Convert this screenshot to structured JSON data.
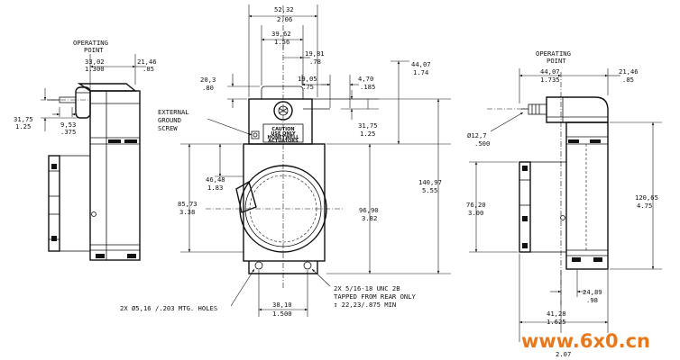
{
  "left_view": {
    "operating_point": [
      "OPERATING",
      "POINT"
    ],
    "dim_width": [
      "33,02",
      "1.300"
    ],
    "dim_offset": [
      "21,46",
      ".85"
    ],
    "dim_height": [
      "31,75",
      "1.25"
    ],
    "dim_shaft": [
      "9,53",
      ".375"
    ]
  },
  "front_view": {
    "dim_overall_width": [
      "52,32",
      "2.06"
    ],
    "dim_width_2": [
      "39,62",
      "1.56"
    ],
    "dim_width_3": [
      "19,81",
      ".78"
    ],
    "dim_width_4": [
      "19,05",
      ".75"
    ],
    "dim_width_5": [
      "4,70",
      ".185"
    ],
    "dim_top_offset": [
      "20,3",
      ".80"
    ],
    "dim_right_top": [
      "44,07",
      "1.74"
    ],
    "dim_right_mid": [
      "31,75",
      "1.25"
    ],
    "ground_label": [
      "EXTERNAL",
      "GROUND",
      "SCREW"
    ],
    "dim_left_upper": [
      "46,48",
      "1.83"
    ],
    "dim_left_lower": [
      "85,73",
      "3.38"
    ],
    "dim_overall_height": [
      "140,97",
      "5.55"
    ],
    "dim_inner_height": [
      "96,90",
      "3.82"
    ],
    "dim_bottom_width": [
      "38,10",
      "1.500"
    ],
    "caution_lines": [
      "CAUTION",
      "USE ONLY",
      "HONEYWELL",
      "ACTUATORS"
    ],
    "note_holes": "2X Ø5,16 /.203 MTG. HOLES",
    "note_tapped": [
      "2X 5/16-18 UNC 2B",
      "TAPPED FROM REAR ONLY",
      "↧ 22,23/.875 MIN"
    ]
  },
  "right_view": {
    "operating_point": [
      "OPERATING",
      "POINT"
    ],
    "dim_width": [
      "44,07",
      "1.735"
    ],
    "dim_offset": [
      "21,46",
      ".85"
    ],
    "dim_diameter": [
      "Ø12,7",
      ".500"
    ],
    "dim_height_left": [
      "76,20",
      "3.00"
    ],
    "dim_height_right": [
      "120,65",
      "4.75"
    ],
    "dim_bottom_1": [
      "24,89",
      ".98"
    ],
    "dim_bottom_2": [
      "41,28",
      "1.625"
    ],
    "dim_bottom_3": "2.07"
  },
  "watermark": "www.6x0.cn"
}
